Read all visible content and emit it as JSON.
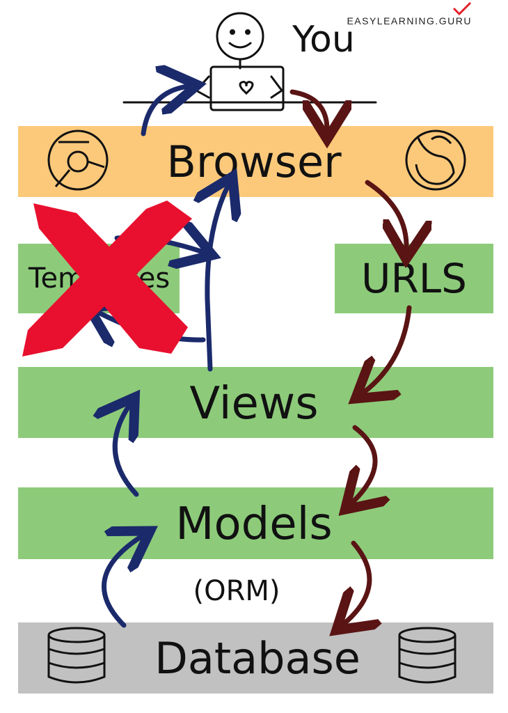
{
  "brand": {
    "name": "EASYLEARNING.GURU",
    "accent": "#e3202a"
  },
  "you": {
    "label": "You"
  },
  "layers": {
    "browser": {
      "label": "Browser",
      "color": "#fcc97a"
    },
    "templates": {
      "label": "Templates",
      "color": "#8dcb7a",
      "crossed_out": true
    },
    "urls": {
      "label": "URLS",
      "color": "#8dcb7a"
    },
    "views": {
      "label": "Views",
      "color": "#8dcb7a"
    },
    "models": {
      "label": "Models",
      "sublabel": "(ORM)",
      "color": "#8dcb7a"
    },
    "database": {
      "label": "Database",
      "color": "#c1c1c1"
    }
  },
  "colors": {
    "request_arrow": "#5a1414",
    "response_arrow": "#1b2a6b",
    "cross": "#e8102e"
  },
  "icons": {
    "browser_left": "chrome-icon",
    "browser_right": "firefox-icon",
    "database_left": "database-icon",
    "database_right": "database-icon",
    "person": "stick-figure-with-laptop"
  }
}
